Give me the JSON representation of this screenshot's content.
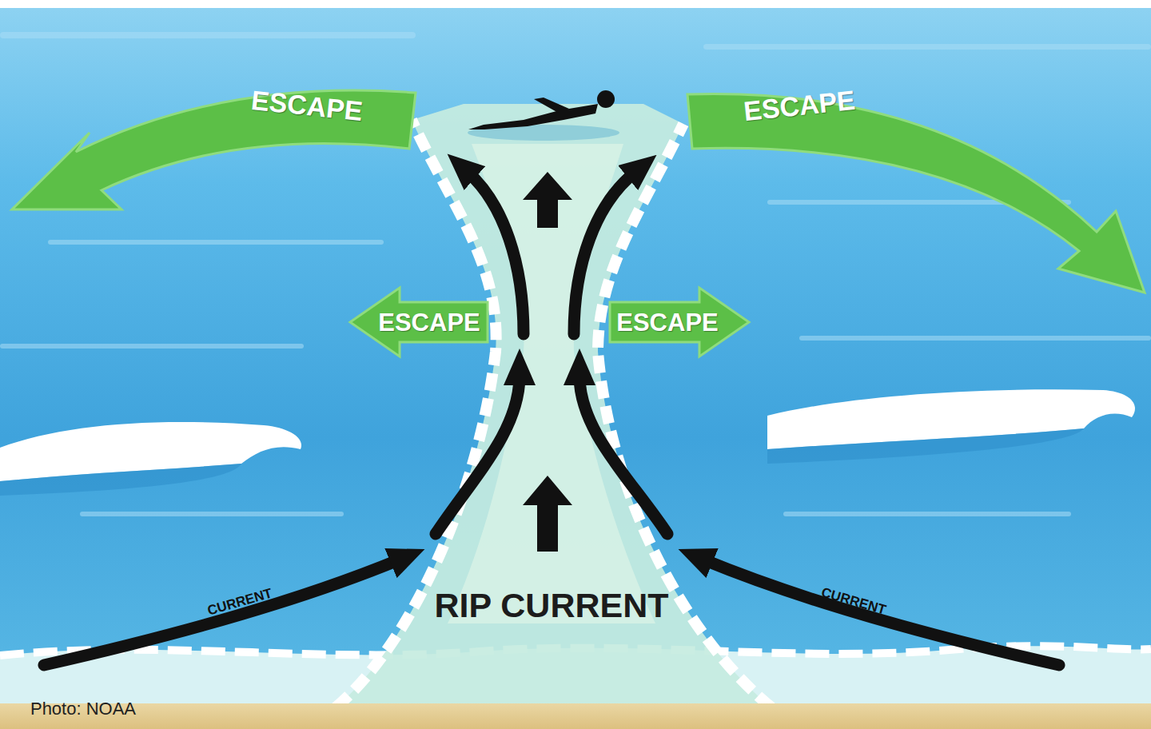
{
  "diagram": {
    "nodes": [
      {
        "text": [
          "ESCAPE"
        ]
      },
      {
        "text": [
          "ESCAPE"
        ]
      },
      {
        "text": [
          "ESCAPE"
        ]
      },
      {
        "text": [
          "ESCAPE"
        ]
      }
    ],
    "labels": [
      "CURRENT",
      "RIP CURRENT",
      "CURRENT",
      "Photo: NOAA"
    ]
  }
}
